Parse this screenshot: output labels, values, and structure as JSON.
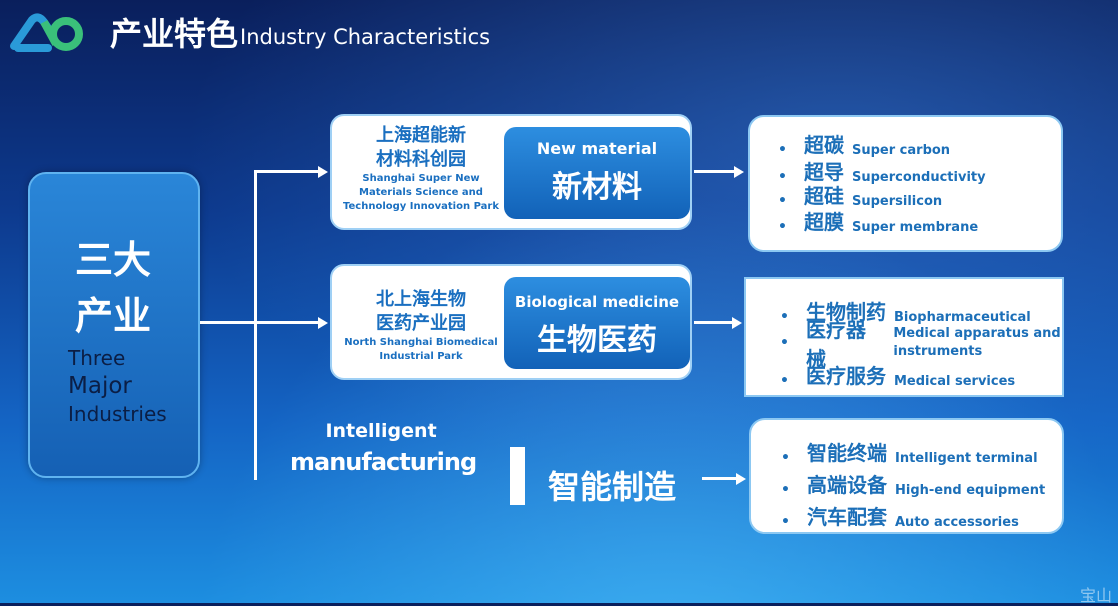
{
  "header": {
    "title_cn": "产业特色",
    "title_en": "Industry Characteristics"
  },
  "root": {
    "cn_line1": "三大",
    "cn_line2": "产业",
    "en_line1": "Three",
    "en_line2": "Major",
    "en_line3": "Industries"
  },
  "industries": [
    {
      "park_cn_1": "上海超能新",
      "park_cn_2": "材料科创园",
      "park_en": "Shanghai Super New Materials Science and Technology Innovation Park",
      "name_en": "New material",
      "name_cn": "新材料",
      "items": [
        {
          "cn": "超碳",
          "en": "Super carbon"
        },
        {
          "cn": "超导",
          "en": "Superconductivity"
        },
        {
          "cn": "超硅",
          "en": "Supersilicon"
        },
        {
          "cn": "超膜",
          "en": "Super membrane"
        }
      ]
    },
    {
      "park_cn_1": "北上海生物",
      "park_cn_2": "医药产业园",
      "park_en": "North Shanghai Biomedical Industrial Park",
      "name_en": "Biological medicine",
      "name_cn": "生物医药",
      "items": [
        {
          "cn": "生物制药",
          "en": "Biopharmaceutical"
        },
        {
          "cn": "医疗器械",
          "en": "Medical apparatus and instruments"
        },
        {
          "cn": "医疗服务",
          "en": "Medical services"
        }
      ]
    },
    {
      "name_en_1": "Intelligent",
      "name_en_2": "manufacturing",
      "name_cn": "智能制造",
      "items": [
        {
          "cn": "智能终端",
          "en": "Intelligent terminal"
        },
        {
          "cn": "高端设备",
          "en": "High-end equipment"
        },
        {
          "cn": "汽车配套",
          "en": "Auto accessories"
        }
      ]
    }
  ],
  "bullet": "•",
  "watermark": "宝山"
}
